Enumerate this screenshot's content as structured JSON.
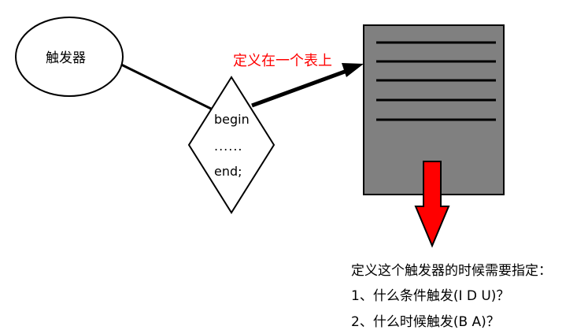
{
  "nodes": {
    "trigger": "触发器",
    "code_begin": "begin",
    "code_ellipsis": "......",
    "code_end": "end;"
  },
  "edge_label": "定义在一个表上",
  "notes": {
    "heading": "定义这个触发器的时候需要指定：",
    "items": [
      "1、什么条件触发(I D U)？",
      "2、什么时候触发(B A)？"
    ]
  },
  "colors": {
    "table_fill": "#808080",
    "arrow_red": "#ff0000",
    "label_red": "#ff0000",
    "stroke": "#000000"
  }
}
